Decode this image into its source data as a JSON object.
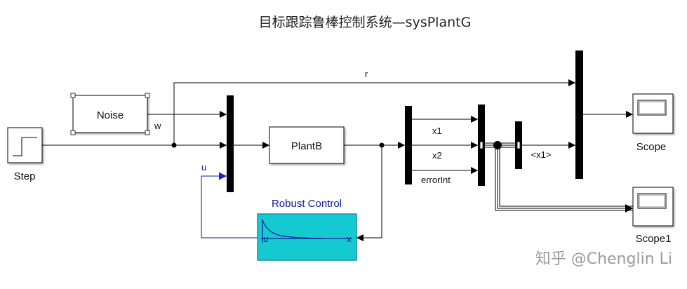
{
  "title": "目标跟踪鲁棒控制系统—sysPlantG",
  "blocks": {
    "step": "Step",
    "noise": "Noise",
    "plant": "PlantB",
    "robust_control": "Robust Control",
    "robust_port_in": "x",
    "robust_port_out": "u",
    "scope": "Scope",
    "scope1": "Scope1"
  },
  "signals": {
    "r": "r",
    "w": "w",
    "u": "u",
    "x1": "x1",
    "x2": "x2",
    "errorInt": "errorInt",
    "x1_selected": "<x1>"
  },
  "watermark": "知乎 @Chenglin Li",
  "colors": {
    "line": "#000000",
    "feedback": "#0b1a9c",
    "robust_fill": "#14c9cf",
    "robust_border": "#1b8fa6",
    "arrow_blue": "#1f1fd8"
  }
}
